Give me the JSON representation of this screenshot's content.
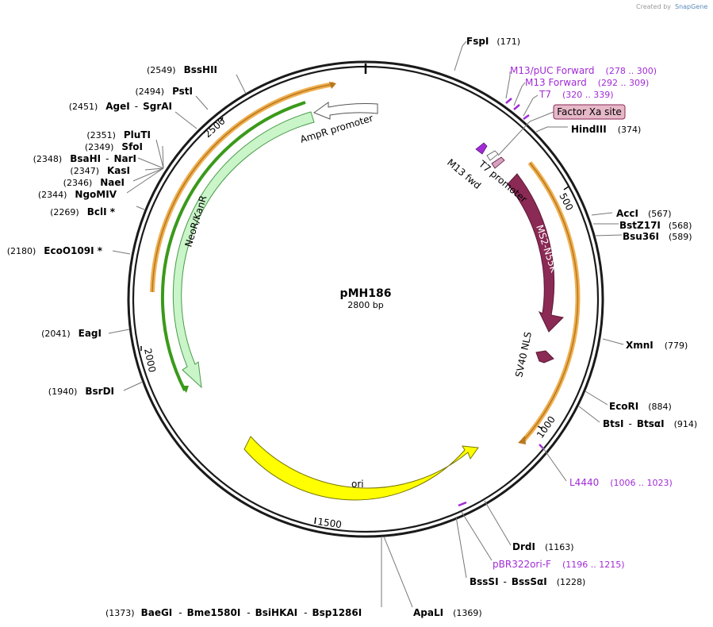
{
  "watermark": {
    "created_by": "Created by",
    "brand": "SnapGene"
  },
  "plasmid": {
    "name": "pMH186",
    "size": "2800 bp"
  },
  "ticks": [
    "500",
    "1000",
    "1500",
    "2000",
    "2500"
  ],
  "sites_right": [
    {
      "name": "FspI",
      "pos": "(171)"
    },
    {
      "name": "HindIII",
      "pos": "(374)"
    },
    {
      "name": "AccI",
      "pos": "(567)"
    },
    {
      "name": "BstZ17I",
      "pos": "(568)"
    },
    {
      "name": "Bsu36I",
      "pos": "(589)"
    },
    {
      "name": "XmnI",
      "pos": "(779)"
    },
    {
      "name": "EcoRI",
      "pos": "(884)"
    },
    {
      "name": "BtsI",
      "name2": "BtsαI",
      "pos": "(914)"
    },
    {
      "name": "DrdI",
      "pos": "(1163)"
    },
    {
      "name": "BssSI",
      "name2": "BssSαI",
      "pos": "(1228)"
    },
    {
      "name": "ApaLI",
      "pos": "(1369)"
    }
  ],
  "sites_left": [
    {
      "name": "BssHII",
      "pos": "(2549)"
    },
    {
      "name": "PstI",
      "pos": "(2494)"
    },
    {
      "name": "AgeI",
      "name2": "SgrAI",
      "pos": "(2451)"
    },
    {
      "name": "PluTI",
      "pos": "(2351)"
    },
    {
      "name": "SfoI",
      "pos": "(2349)"
    },
    {
      "name": "BsaHI",
      "name2": "NarI",
      "pos": "(2348)"
    },
    {
      "name": "KasI",
      "pos": "(2347)"
    },
    {
      "name": "NaeI",
      "pos": "(2346)"
    },
    {
      "name": "NgoMIV",
      "pos": "(2344)"
    },
    {
      "name": "BclI *",
      "pos": "(2269)"
    },
    {
      "name": "EcoO109I *",
      "pos": "(2180)"
    },
    {
      "name": "EagI",
      "pos": "(2041)"
    },
    {
      "name": "BsrDI",
      "pos": "(1940)"
    }
  ],
  "bottom_site": {
    "pos": "(1373)",
    "names": [
      "BaeGI",
      "Bme1580I",
      "BsiHKAI",
      "Bsp1286I"
    ]
  },
  "primers": [
    {
      "name": "M13/pUC Forward",
      "range": "(278 .. 300)"
    },
    {
      "name": "M13 Forward",
      "range": "(292 .. 309)"
    },
    {
      "name": "T7",
      "range": "(320 .. 339)"
    },
    {
      "name": "L4440",
      "range": "(1006 .. 1023)"
    },
    {
      "name": "pBR322ori-F",
      "range": "(1196 .. 1215)"
    }
  ],
  "features": {
    "factor_xa": "Factor Xa site",
    "ampr_promoter": "AmpR promoter",
    "neor": "NeoR/KanR",
    "ms2": "MS2-N55K",
    "sv40": "SV40 NLS",
    "t7_promoter": "T7 promoter",
    "m13_fwd": "M13 fwd",
    "ori": "ori"
  },
  "colors": {
    "backbone": "#1a1a1a",
    "ms2": "#8b2a55",
    "neor": "#c9f5c9",
    "ori": "#ffff00",
    "orange_frame": "#f0b050",
    "green_frame": "#3a9a1a",
    "primer": "#a12bd6",
    "factor_xa_fill": "#e6b8c8"
  }
}
